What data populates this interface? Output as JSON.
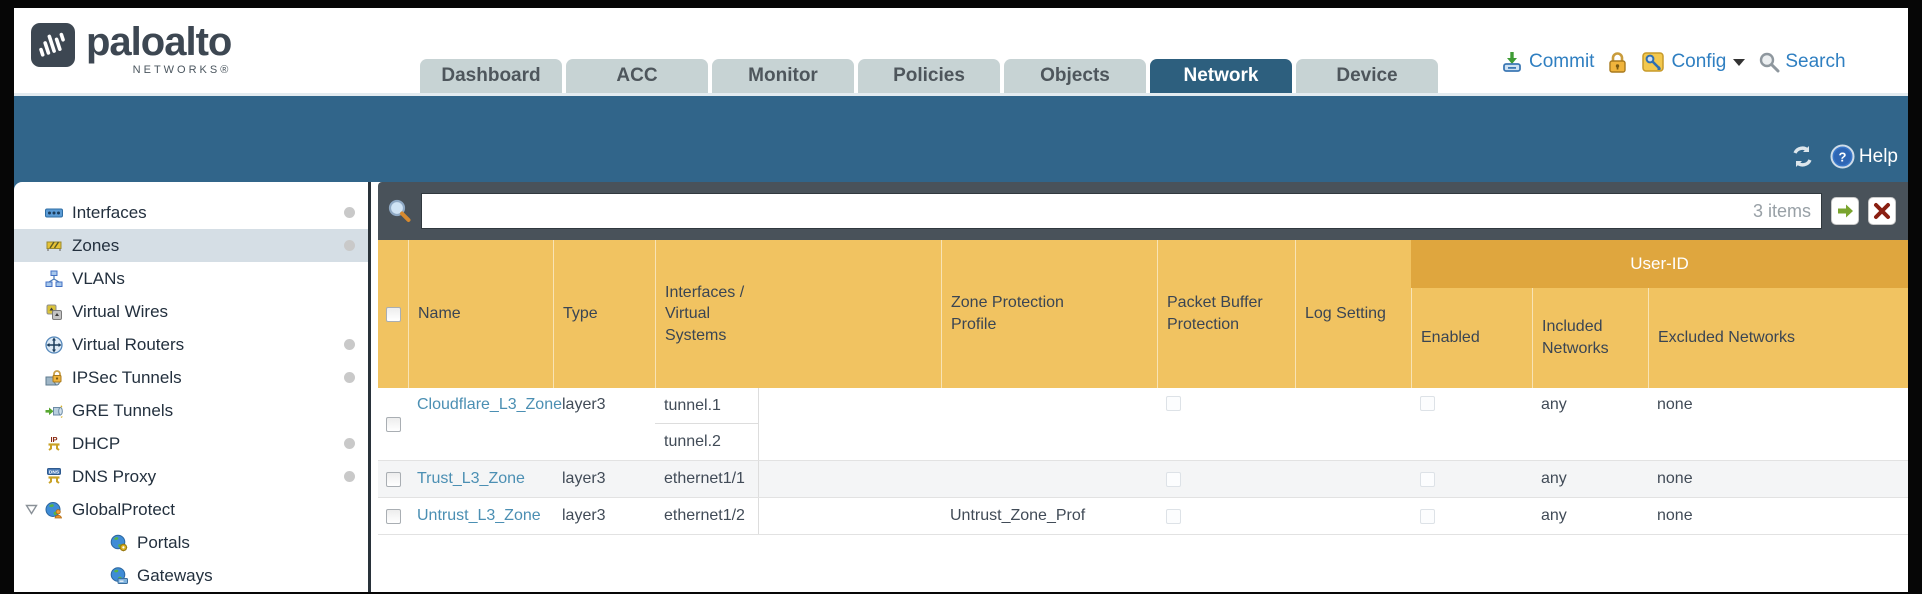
{
  "brand": {
    "name": "paloalto",
    "sub": "NETWORKS®"
  },
  "nav": {
    "tabs": [
      {
        "label": "Dashboard"
      },
      {
        "label": "ACC"
      },
      {
        "label": "Monitor"
      },
      {
        "label": "Policies"
      },
      {
        "label": "Objects"
      },
      {
        "label": "Network"
      },
      {
        "label": "Device"
      }
    ],
    "active_tab": "Network",
    "actions": {
      "commit": "Commit",
      "config": "Config",
      "search": "Search"
    },
    "action_icons": [
      "commit-icon",
      "lock-icon",
      "config-icon",
      "caret-down-icon",
      "search-icon"
    ]
  },
  "toolbar": {
    "help": "Help",
    "icons": [
      "refresh-icon",
      "help-icon"
    ]
  },
  "sidebar": {
    "items": [
      {
        "label": "Interfaces",
        "icon": "interfaces-icon",
        "dot": true
      },
      {
        "label": "Zones",
        "icon": "zones-icon",
        "dot": true,
        "selected": true
      },
      {
        "label": "VLANs",
        "icon": "vlans-icon"
      },
      {
        "label": "Virtual Wires",
        "icon": "virtual-wires-icon"
      },
      {
        "label": "Virtual Routers",
        "icon": "virtual-routers-icon",
        "dot": true
      },
      {
        "label": "IPSec Tunnels",
        "icon": "ipsec-tunnels-icon",
        "dot": true
      },
      {
        "label": "GRE Tunnels",
        "icon": "gre-tunnels-icon"
      },
      {
        "label": "DHCP",
        "icon": "dhcp-icon",
        "dot": true
      },
      {
        "label": "DNS Proxy",
        "icon": "dns-proxy-icon",
        "dot": true
      },
      {
        "label": "GlobalProtect",
        "icon": "globalprotect-icon",
        "expanded": true
      },
      {
        "label": "Portals",
        "icon": "portals-icon",
        "child": true
      },
      {
        "label": "Gateways",
        "icon": "gateways-icon",
        "child": true
      }
    ]
  },
  "filter": {
    "value": "",
    "items_count": "3 items"
  },
  "table": {
    "columns": {
      "name": "Name",
      "type": "Type",
      "interfaces": "Interfaces / Virtual Systems",
      "zpp": "Zone Protection Profile",
      "pbp": "Packet Buffer Protection",
      "log": "Log Setting",
      "user_id_group": "User-ID",
      "enabled": "Enabled",
      "included": "Included Networks",
      "excluded": "Excluded Networks"
    },
    "rows": [
      {
        "name": "Cloudflare_L3_Zone",
        "type": "layer3",
        "interfaces": [
          "tunnel.1",
          "tunnel.2"
        ],
        "zpp": "",
        "log": "",
        "included": "any",
        "excluded": "none"
      },
      {
        "name": "Trust_L3_Zone",
        "type": "layer3",
        "interfaces": [
          "ethernet1/1"
        ],
        "zpp": "",
        "log": "",
        "included": "any",
        "excluded": "none"
      },
      {
        "name": "Untrust_L3_Zone",
        "type": "layer3",
        "interfaces": [
          "ethernet1/2"
        ],
        "zpp": "Untrust_Zone_Prof",
        "log": "",
        "included": "any",
        "excluded": "none"
      }
    ]
  },
  "colors": {
    "teal_band": "#31658a",
    "active_tab": "#2d5f7e",
    "header_orange": "#f1c361",
    "user_id_band": "#dfa63e",
    "link": "#4b8fb3",
    "filter_bar": "#49525a"
  }
}
